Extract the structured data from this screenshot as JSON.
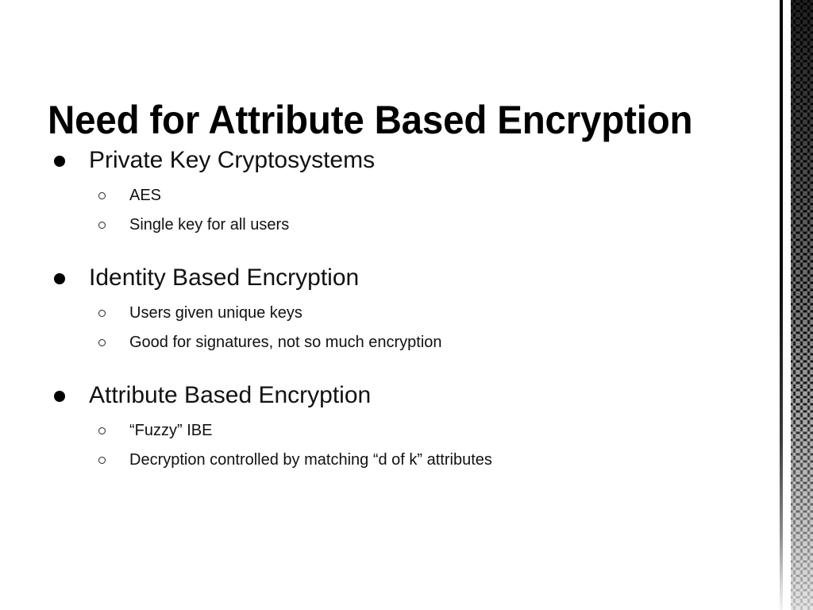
{
  "slide": {
    "title": "Need for Attribute Based Encryption",
    "background_color": "#ffffff",
    "text_color": "#000000",
    "bullets": [
      {
        "label": "Private Key Cryptosystems",
        "marker": "filled-disc",
        "children": [
          {
            "label": "AES",
            "marker": "hollow-circle"
          },
          {
            "label": "Single key for all users",
            "marker": "hollow-circle"
          }
        ]
      },
      {
        "label": "Identity Based Encryption",
        "marker": "filled-disc",
        "children": [
          {
            "label": "Users given unique keys",
            "marker": "hollow-circle"
          },
          {
            "label": "Good for signatures, not so much encryption",
            "marker": "hollow-circle"
          }
        ]
      },
      {
        "label": "Attribute Based Encryption",
        "marker": "filled-disc",
        "children": [
          {
            "label": "“Fuzzy” IBE",
            "marker": "hollow-circle"
          },
          {
            "label": "Decryption controlled by matching “d of k” attributes",
            "marker": "hollow-circle"
          }
        ]
      }
    ]
  },
  "decoration": {
    "right_band": {
      "rule_color": "#000000",
      "texture_color": "#0b0b0b",
      "texture_highlight": "#ffffff",
      "pattern": "diamond-halftone-gradient"
    }
  }
}
